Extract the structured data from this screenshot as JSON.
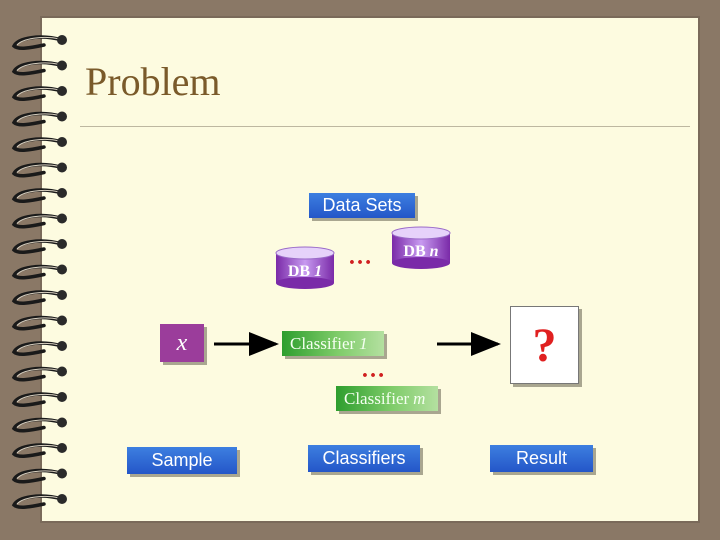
{
  "slide": {
    "title": "Problem"
  },
  "diagram": {
    "data_sets_label": "Data Sets",
    "db_first": {
      "name": "DB",
      "index": "1"
    },
    "db_last": {
      "name": "DB",
      "index": "n"
    },
    "db_ellipsis": "…",
    "input_label": "x",
    "classifier_first": {
      "name": "Classifier",
      "index": "1"
    },
    "classifier_ellipsis": "…",
    "classifier_last": {
      "name": "Classifier",
      "index": "m"
    },
    "result_symbol": "?",
    "sample_label": "Sample",
    "classifiers_label": "Classifiers",
    "result_label": "Result"
  },
  "colors": {
    "page": "#fdfbe0",
    "title": "#7a5a2a",
    "blue_box": "#2f6ad6",
    "green_box": "#2e9e2e",
    "purple": "#9b3d9b",
    "accent_red": "#e02020"
  }
}
